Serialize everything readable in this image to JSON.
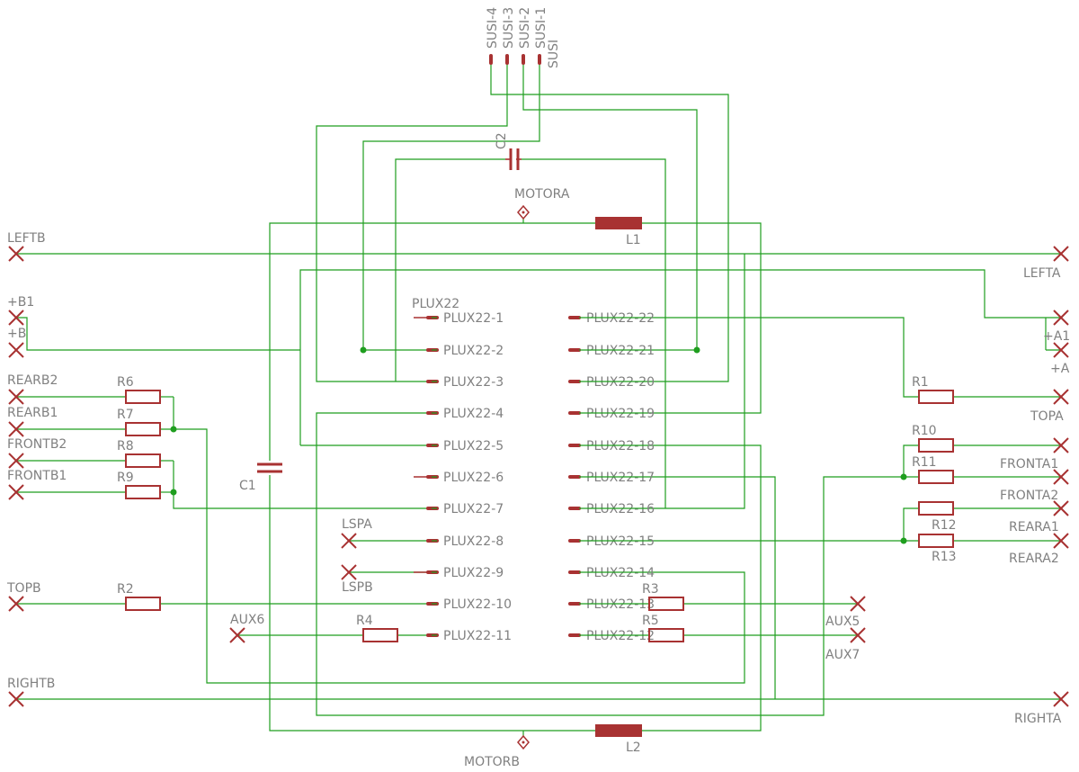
{
  "colors": {
    "wire": "#1f9e1f",
    "part": "#a83232",
    "label": "#808080",
    "background": "#ffffff"
  },
  "ic": {
    "name": "PLUX22",
    "left_pins": [
      "PLUX22-1",
      "PLUX22-2",
      "PLUX22-3",
      "PLUX22-4",
      "PLUX22-5",
      "PLUX22-6",
      "PLUX22-7",
      "PLUX22-8",
      "PLUX22-9",
      "PLUX22-10",
      "PLUX22-11"
    ],
    "right_pins": [
      "PLUX22-22",
      "PLUX22-21",
      "PLUX22-20",
      "PLUX22-19",
      "PLUX22-18",
      "PLUX22-17",
      "PLUX22-16",
      "PLUX22-15",
      "PLUX22-14",
      "PLUX22-13",
      "PLUX22-12"
    ]
  },
  "susi": {
    "labels": [
      "SUSI-4",
      "SUSI-3",
      "SUSI-2",
      "SUSI-1",
      "SUSI"
    ]
  },
  "parts": {
    "c1": "C1",
    "c2": "C2",
    "l1": "L1",
    "l2": "L2",
    "r1": "R1",
    "r2": "R2",
    "r3": "R3",
    "r4": "R4",
    "r5": "R5",
    "r6": "R6",
    "r7": "R7",
    "r8": "R8",
    "r9": "R9",
    "r10": "R10",
    "r11": "R11",
    "r12": "R12",
    "r13": "R13"
  },
  "nets": {
    "motora": "MOTORA",
    "motorb": "MOTORB",
    "leftb": "LEFTB",
    "lefta": "LEFTA",
    "b1": "+B1",
    "b": "+B",
    "a1": "+A1",
    "a": "+A",
    "rearb2": "REARB2",
    "rearb1": "REARB1",
    "frontb2": "FRONTB2",
    "frontb1": "FRONTB1",
    "topb": "TOPB",
    "topa": "TOPA",
    "fronta1": "FRONTA1",
    "fronta2": "FRONTA2",
    "reara1": "REARA1",
    "reara2": "REARA2",
    "lspa": "LSPA",
    "lspb": "LSPB",
    "aux5": "AUX5",
    "aux6": "AUX6",
    "aux7": "AUX7",
    "rightb": "RIGHTB",
    "righta": "RIGHTA"
  }
}
